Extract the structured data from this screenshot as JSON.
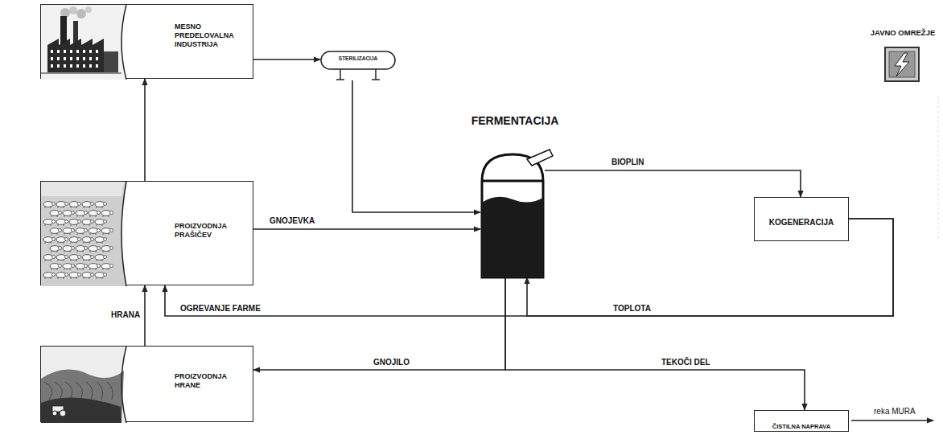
{
  "diagram": {
    "nodes": [
      {
        "text": [
          "MESNO PREDELOVALNA INDUSTRIJA"
        ]
      },
      {
        "text": [
          "STERILIZACIJA"
        ]
      },
      {
        "text": [
          "FERMENTACIJA"
        ]
      },
      {
        "text": [
          "JAVNO OMREŽJE"
        ]
      },
      {
        "text": [
          "PROIZVODNJA PRAŠIČEV"
        ]
      },
      {
        "text": [
          "KOGENERACIJA"
        ]
      },
      {
        "text": [
          "PROIZVODNJA HRANE"
        ]
      },
      {
        "text": [
          "ČISTILNA NAPRAVA"
        ]
      }
    ],
    "edges": [
      {
        "from": 0,
        "to": 1,
        "arrow": "to"
      },
      {
        "from": 1,
        "to": 2,
        "arrow": "to"
      },
      {
        "from": 4,
        "to": 2,
        "label": "GNOJEVKA",
        "arrow": "to"
      },
      {
        "from": 4,
        "to": 0,
        "arrow": "to"
      },
      {
        "from": 6,
        "to": 4,
        "label": "HRANA",
        "arrow": "to"
      },
      {
        "from": 2,
        "to": 5,
        "label": "BIOPLIN",
        "arrow": "to"
      },
      {
        "from": 5,
        "to": 4,
        "label": "OGREVANJE FARME",
        "arrow": "to"
      },
      {
        "from": 5,
        "to": 2,
        "label": "TOPLOTA",
        "arrow": "to"
      },
      {
        "from": 2,
        "to": 6,
        "label": "GNOJILO",
        "arrow": "to"
      },
      {
        "from": 2,
        "to": 7,
        "label": "TEKOČI DEL",
        "arrow": "to"
      }
    ],
    "labels": [
      "reka MURA"
    ]
  }
}
